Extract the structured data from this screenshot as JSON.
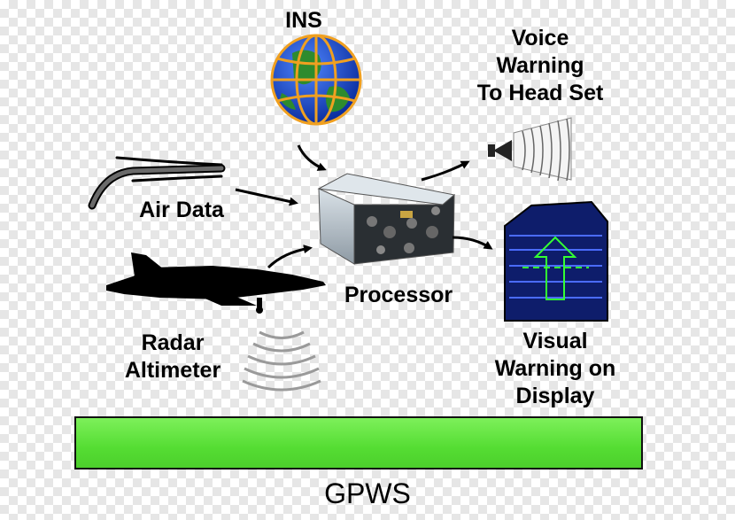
{
  "labels": {
    "ins": "INS",
    "voice_warning": "Voice\nWarning\nTo Head Set",
    "air_data": "Air Data",
    "processor": "Processor",
    "radar_altimeter": "Radar\nAltimeter",
    "visual_warning": "Visual\nWarning on\nDisplay",
    "system": "GPWS"
  },
  "colors": {
    "ground": "#55dd33",
    "globe_ocean": "#1a4fd6",
    "globe_land": "#2e8b2e",
    "globe_grid": "#f0a020",
    "display_bg": "#0e1d6b",
    "display_lines": "#4a6bff",
    "display_arrow": "#33ff33",
    "processor_body": "#b9c4cc"
  },
  "icons": [
    "globe-icon",
    "speaker-icon",
    "pitot-tube-icon",
    "processor-unit-icon",
    "jet-aircraft-icon",
    "radar-waves-icon",
    "display-screen-icon"
  ]
}
